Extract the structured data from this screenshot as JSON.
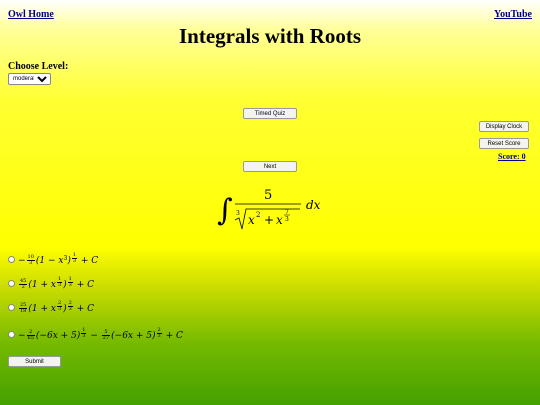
{
  "nav": {
    "home": "Owl Home",
    "youtube": "YouTube"
  },
  "page": {
    "title": "Integrals with Roots"
  },
  "level": {
    "label": "Choose Level:",
    "selected": "moderate"
  },
  "buttons": {
    "timed_quiz": "Timed Quiz",
    "display_clock": "Display Clock",
    "reset_score": "Reset Score",
    "next": "Next",
    "submit": "Submit"
  },
  "score": {
    "label": "Score:",
    "value": "0"
  },
  "problem": {
    "integral": "∫",
    "numerator": "5",
    "radical_index": "3",
    "base1": "x",
    "exp1": "2",
    "plus": "+",
    "base2": "x",
    "exp2_num": "7",
    "exp2_den": "3",
    "differential": "dx"
  },
  "options": [
    {
      "coef_sign": "−",
      "coef_num": "10",
      "coef_den": "3",
      "body": "(1 − x",
      "exp_inner": "3",
      "close": ")",
      "outer_num": "1",
      "outer_den": "3",
      "tail": "+ C"
    },
    {
      "coef_sign": "",
      "coef_num": "45",
      "coef_den": "2",
      "body": "(1 + x",
      "exp_inner_num": "1",
      "exp_inner_den": "3",
      "close": ")",
      "outer_num": "1",
      "outer_den": "3",
      "tail": "+ C"
    },
    {
      "coef_sign": "",
      "coef_num": "25",
      "coef_den": "18",
      "body": "(1 + x",
      "exp_inner_num": "2",
      "exp_inner_den": "3",
      "close": ")",
      "outer_num": "2",
      "outer_den": "3",
      "tail": "+ C"
    },
    {
      "coef_sign": "−",
      "coef_num": "2",
      "coef_den": "65",
      "body": "(−6x + 5)",
      "outer_num": "1",
      "outer_den": "3",
      "mid_sign": "−",
      "coef2_num": "5",
      "coef2_den": "27",
      "body2": "(−6x + 5)",
      "outer2_num": "2",
      "outer2_den": "3",
      "tail": "+ C"
    }
  ]
}
